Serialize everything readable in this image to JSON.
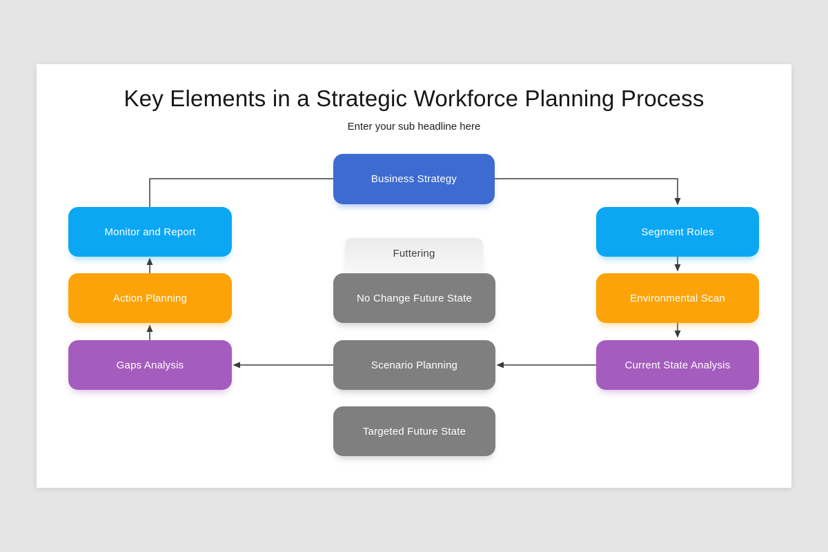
{
  "slide": {
    "title": "Key Elements in a Strategic Workforce Planning Process",
    "subtitle": "Enter your sub headline here"
  },
  "colors": {
    "primary_blue": "#3d6bd1",
    "light_blue": "#0ba7f3",
    "orange": "#fba309",
    "purple": "#a45cbe",
    "gray": "#7f7f7f",
    "ghost_box": "#ebebeb",
    "connector_line": "#3a3a3a",
    "canvas": "#ffffff",
    "page_background": "#e5e5e5"
  },
  "nodes": {
    "business_strategy": {
      "label": "Business Strategy",
      "color": "#3d6bd1"
    },
    "monitor_and_report": {
      "label": "Monitor and Report",
      "color": "#0ba7f3"
    },
    "action_planning": {
      "label": "Action Planning",
      "color": "#fba309"
    },
    "gaps_analysis": {
      "label": "Gaps Analysis",
      "color": "#a45cbe"
    },
    "segment_roles": {
      "label": "Segment Roles",
      "color": "#0ba7f3"
    },
    "environmental_scan": {
      "label": "Environmental Scan",
      "color": "#fba309"
    },
    "current_state_analysis": {
      "label": "Current State Analysis",
      "color": "#a45cbe"
    },
    "futtering": {
      "label": "Futtering",
      "color": "#ebebeb"
    },
    "no_change_future_state": {
      "label": "No Change Future State",
      "color": "#7f7f7f"
    },
    "scenario_planning": {
      "label": "Scenario Planning",
      "color": "#7f7f7f"
    },
    "targeted_future_state": {
      "label": "Targeted Future State",
      "color": "#7f7f7f"
    }
  },
  "connections": [
    {
      "from": "business_strategy",
      "to": "segment_roles",
      "style": "elbow-down-arrow"
    },
    {
      "from": "monitor_and_report",
      "to": "business_strategy",
      "style": "elbow-plain"
    },
    {
      "from": "segment_roles",
      "to": "environmental_scan",
      "style": "down-arrow"
    },
    {
      "from": "environmental_scan",
      "to": "current_state_analysis",
      "style": "down-arrow"
    },
    {
      "from": "current_state_analysis",
      "to": "scenario_planning",
      "style": "left-arrow"
    },
    {
      "from": "scenario_planning",
      "to": "gaps_analysis",
      "style": "left-arrow"
    },
    {
      "from": "gaps_analysis",
      "to": "action_planning",
      "style": "up-arrow"
    },
    {
      "from": "action_planning",
      "to": "monitor_and_report",
      "style": "up-arrow"
    }
  ]
}
